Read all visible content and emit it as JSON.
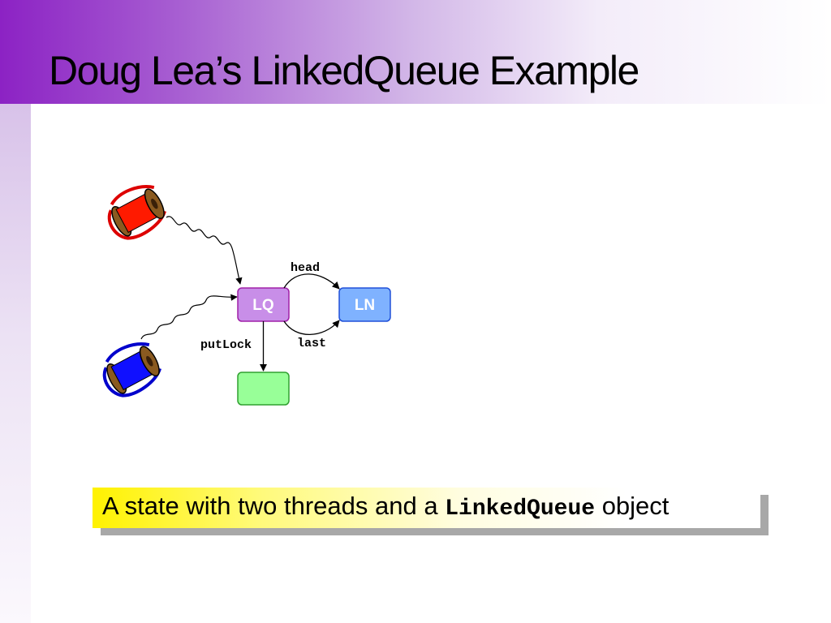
{
  "slide": {
    "title": "Doug Lea’s LinkedQueue Example"
  },
  "diagram": {
    "threads": [
      {
        "name": "thread-red",
        "color": "#ff1a00"
      },
      {
        "name": "thread-blue",
        "color": "#1010ff"
      }
    ],
    "nodes": {
      "lq": {
        "label": "LQ",
        "fill": "#c88ee8",
        "stroke": "#a020a8"
      },
      "ln": {
        "label": "LN",
        "fill": "#7fb2ff",
        "stroke": "#2050d8"
      },
      "lock": {
        "label": "",
        "fill": "#98ff98",
        "stroke": "#30a030"
      }
    },
    "edges": {
      "head": "head",
      "last": "last",
      "putLock": "putLock"
    }
  },
  "caption": {
    "text_before": "A state with two threads and a",
    "code": "LinkedQueue",
    "text_after": "object"
  }
}
